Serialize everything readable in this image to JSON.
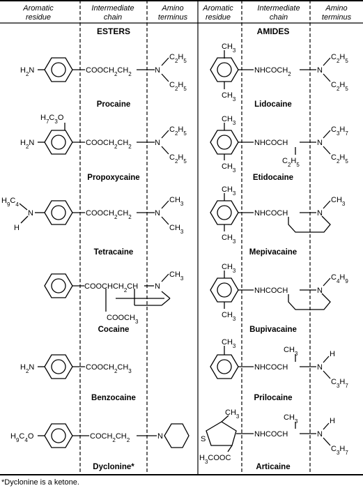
{
  "headers": {
    "aromatic": [
      "Aromatic",
      "residue"
    ],
    "intermediate": [
      "Intermediate",
      "chain"
    ],
    "amino": [
      "Amino",
      "terminus"
    ]
  },
  "sections": {
    "esters": "ESTERS",
    "amides": "AMIDES"
  },
  "esters": {
    "procaine": {
      "name": "Procaine",
      "amine": "H2N",
      "chain": "COOCH2CH2",
      "n": "N",
      "r1": "C2H5",
      "r2": "C2H5"
    },
    "propoxycaine": {
      "name": "Propoxycaine",
      "sub": "H7C3O",
      "amine": "H2N",
      "chain": "COOCH2CH2",
      "n": "N",
      "r1": "C2H5",
      "r2": "C2H5"
    },
    "tetracaine": {
      "name": "Tetracaine",
      "alkyl": "H9C4",
      "h": "H",
      "ntop": "N",
      "chain": "COOCH2CH2",
      "n": "N",
      "r1": "CH3",
      "r2": "CH3"
    },
    "cocaine": {
      "name": "Cocaine",
      "chain": "COOCHCH2CH",
      "n": "N",
      "r1": "CH3",
      "ester": "COOCH3"
    },
    "benzocaine": {
      "name": "Benzocaine",
      "amine": "H2N",
      "chain": "COOCH2CH3"
    },
    "dyclonine": {
      "name": "Dyclonine*",
      "alkoxy": "H9C4O",
      "chain": "COCH2CH2",
      "n": "N"
    }
  },
  "amides": {
    "lidocaine": {
      "name": "Lidocaine",
      "me1": "CH3",
      "me2": "CH3",
      "chain": "NHCOCH2",
      "n": "N",
      "r1": "C2H5",
      "r2": "C2H5"
    },
    "etidocaine": {
      "name": "Etidocaine",
      "me1": "CH3",
      "me2": "CH3",
      "chain": "NHCOCH",
      "branch": "C2H5",
      "n": "N",
      "r1": "C3H7",
      "r2": "C2H5"
    },
    "mepivacaine": {
      "name": "Mepivacaine",
      "me1": "CH3",
      "me2": "CH3",
      "chain": "NHCOCH",
      "n": "N",
      "r1": "CH3"
    },
    "bupivacaine": {
      "name": "Bupivacaine",
      "me1": "CH3",
      "me2": "CH3",
      "chain": "NHCOCH",
      "n": "N",
      "r1": "C4H9"
    },
    "prilocaine": {
      "name": "Prilocaine",
      "me1": "CH3",
      "chain": "NHCOCH",
      "branch": "CH3",
      "n": "N",
      "h": "H",
      "r2": "C3H7"
    },
    "articaine": {
      "name": "Articaine",
      "ringme": "CH3",
      "s": "S",
      "ester": "H3COOC",
      "chain": "NHCOCH",
      "branch": "CH3",
      "n": "N",
      "h": "H",
      "r2": "C3H7"
    }
  },
  "footnote": "*Dyclonine is a ketone."
}
